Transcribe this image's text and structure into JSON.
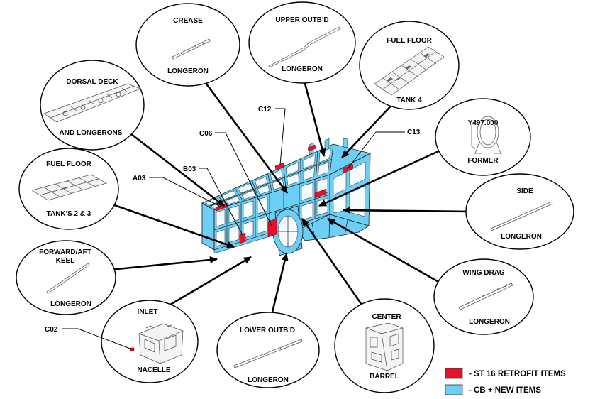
{
  "parts": {
    "crease": {
      "title": "CREASE",
      "subtitle": "LONGERON"
    },
    "upper_outbd": {
      "title": "UPPER OUTB'D",
      "subtitle": "LONGERON"
    },
    "fuel_floor_tank_4": {
      "title": "FUEL FLOOR",
      "subtitle": "TANK 4"
    },
    "dorsal_deck": {
      "title": "DORSAL DECK",
      "subtitle": "AND LONGERONS"
    },
    "former": {
      "title": "Y497.000",
      "subtitle": "FORMER"
    },
    "fuel_floor_tanks_2_3": {
      "title": "FUEL FLOOR",
      "subtitle": "TANK'S 2 & 3"
    },
    "side": {
      "title": "SIDE",
      "subtitle": "LONGERON"
    },
    "keel": {
      "title": "FORWARD/AFT",
      "title_line2": "KEEL",
      "subtitle": "LONGERON"
    },
    "wing_drag": {
      "title": "WING DRAG",
      "subtitle": "LONGERON"
    },
    "inlet": {
      "title": "INLET",
      "subtitle": "NACELLE"
    },
    "lower_outbd": {
      "title": "LOWER OUTB'D",
      "subtitle": "LONGERON"
    },
    "center": {
      "title": "CENTER",
      "subtitle": "BARREL"
    }
  },
  "locations": {
    "c12": "C12",
    "c13": "C13",
    "c06": "C06",
    "b03": "B03",
    "a03": "A03",
    "c02": "C02"
  },
  "legend": [
    {
      "label": "- ST 16 RETROFIT ITEMS",
      "color": "#e8112d"
    },
    {
      "label": "- CB + NEW ITEMS",
      "color": "#6dcff6"
    }
  ]
}
